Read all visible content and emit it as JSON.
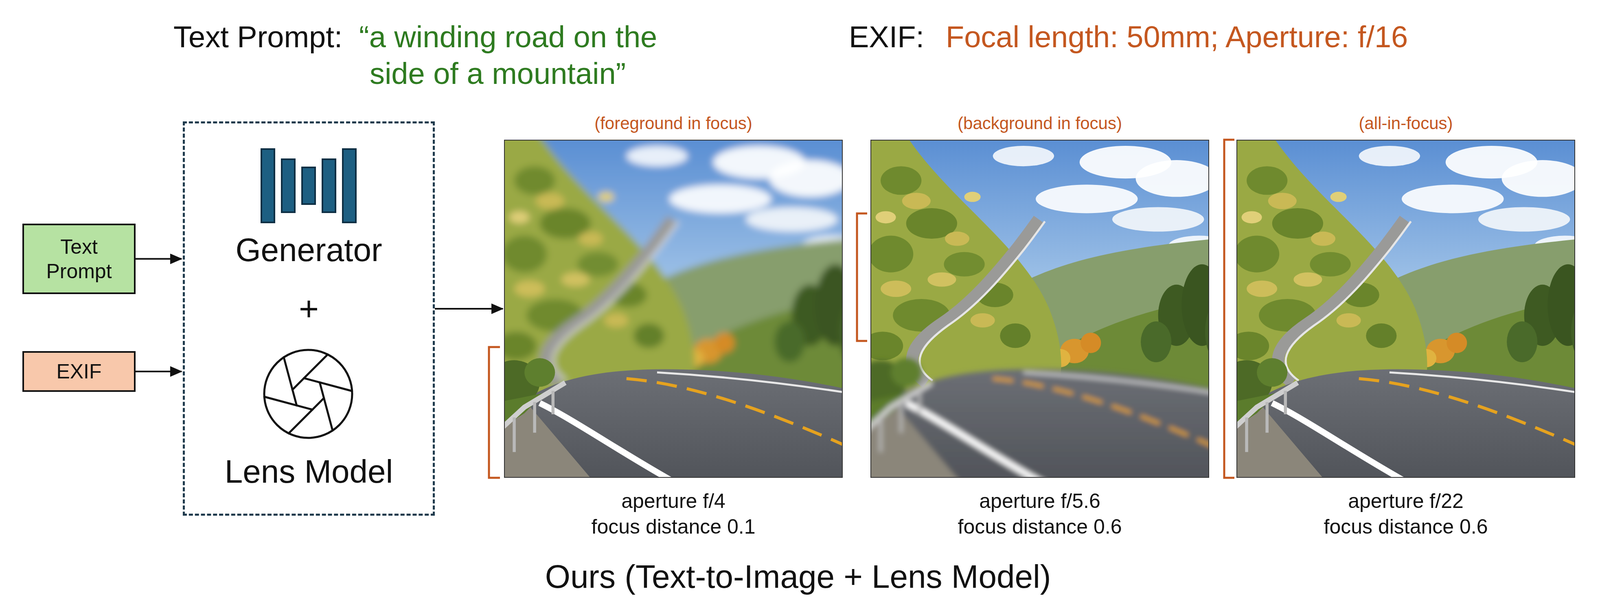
{
  "diagram": {
    "caption": "Ours (Text-to-Image + Lens Model)",
    "nodes": [
      {
        "text": [
          "Text Prompt"
        ]
      },
      {
        "text": [
          "EXIF"
        ]
      },
      {
        "text": [
          "Generator",
          "+",
          "Lens Model"
        ]
      },
      {
        "text": [
          "(foreground in focus)",
          "aperture f/4",
          "focus distance 0.1"
        ]
      },
      {
        "text": [
          "(background in focus)",
          "aperture f/5.6",
          "focus distance 0.6"
        ]
      },
      {
        "text": [
          "(all-in-focus)",
          "aperture f/22",
          "focus distance 0.6"
        ]
      }
    ],
    "edges": [
      {
        "from": 0,
        "to": 2,
        "arrow": "to"
      },
      {
        "from": 1,
        "to": 2,
        "arrow": "to"
      },
      {
        "from": 2,
        "to": 3,
        "arrow": "to"
      }
    ],
    "labels": [
      "Text Prompt:",
      "“a winding road on the side of a mountain”",
      "EXIF:",
      "Focal length: 50mm; Aperture: f/16"
    ]
  }
}
